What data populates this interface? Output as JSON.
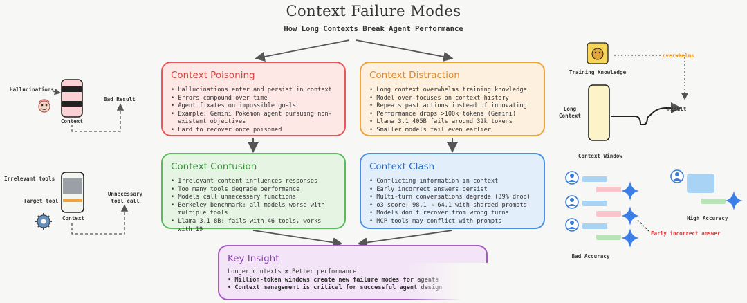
{
  "header": {
    "title": "Context Failure Modes",
    "subtitle": "How Long Contexts Break Agent Performance"
  },
  "cards": {
    "poisoning": {
      "title": "Context Poisoning",
      "items": [
        "Hallucinations enter and persist in context",
        "Errors compound over time",
        "Agent fixates on impossible goals",
        "Example: Gemini Pokémon agent pursuing non-existent objectives",
        "Hard to recover once poisoned"
      ]
    },
    "distraction": {
      "title": "Context Distraction",
      "items": [
        "Long context overwhelms training knowledge",
        "Model over-focuses on context history",
        "Repeats past actions instead of innovating",
        "Performance drops >100k tokens (Gemini)",
        "Llama 3.1 405B fails around 32k tokens",
        "Smaller models fail even earlier"
      ]
    },
    "confusion": {
      "title": "Context Confusion",
      "items": [
        "Irrelevant content influences responses",
        "Too many tools degrade performance",
        "Models call unnecessary functions",
        "Berkeley benchmark: all models worse with multiple tools",
        "Llama 3.1 8B: fails with 46 tools, works with 19"
      ]
    },
    "clash": {
      "title": "Context Clash",
      "items": [
        "Conflicting information in context",
        "Early incorrect answers persist",
        "Multi-turn conversations degrade (39% drop)",
        "o3 score: 98.1 → 64.1 with sharded prompts",
        "Models don't recover from wrong turns",
        "MCP tools may conflict with prompts"
      ]
    },
    "insight": {
      "title": "Key Insight",
      "lead": "Longer contexts ≠ Better performance",
      "items": [
        "Million-token windows create new failure modes for agents",
        "Context management is critical for successful agent design"
      ]
    }
  },
  "left_panel": {
    "hallucinations": "Hallucinations",
    "context": "Context",
    "bad_result": "Bad Result",
    "irrelevant_tools": "Irrelevant tools",
    "target_tool": "Target tool",
    "context_2": "Context",
    "unnecessary_tool_call": "Unnecessary tool call"
  },
  "right_panel": {
    "training_knowledge": "Training Knowledge",
    "overwhelms": "overwhelms",
    "long_context": "Long Context",
    "context_window": "Context Window",
    "result": "Result",
    "high_accuracy": "High Accuracy",
    "early_incorrect_answer": "Early incorrect answer",
    "bad_accuracy": "Bad Accuracy"
  },
  "colors": {
    "red": "#e8575a",
    "orange": "#f2a23a",
    "green": "#5cb85c",
    "blue": "#4a90e2",
    "purple": "#a45bc1",
    "arrow": "#555555",
    "red_note": "#e23b3b",
    "orange_note": "#f29a1a"
  }
}
